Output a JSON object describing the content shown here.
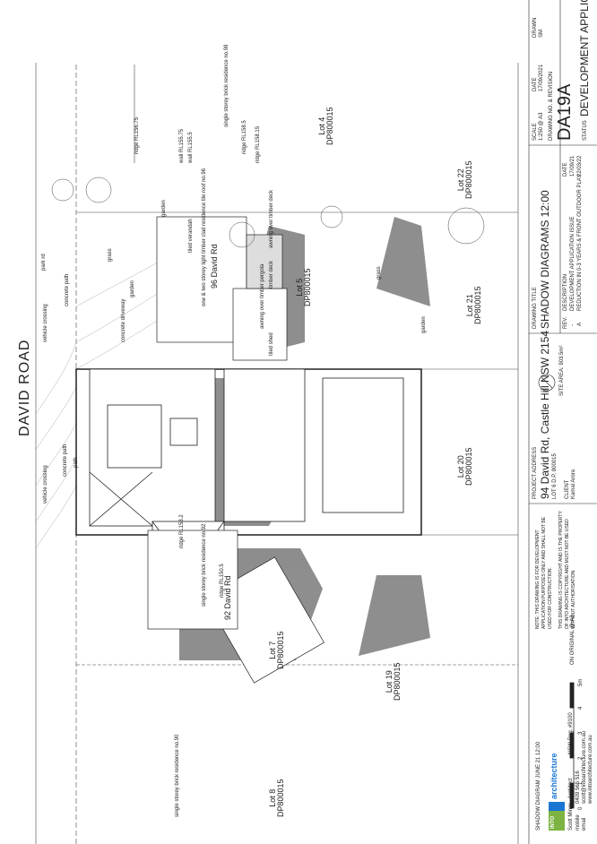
{
  "road": {
    "name": "DAVID ROAD",
    "vehicle_crossing_1": "vehicle crossing",
    "vehicle_crossing_2": "vehicle crossing",
    "concrete_path_1": "concrete path",
    "concrete_path_2": "concrete path",
    "path": "path",
    "park_rd": "park rd"
  },
  "lots": {
    "lot8": {
      "lot": "Lot 8",
      "dp": "DP800015"
    },
    "lot19": {
      "lot": "Lot 19",
      "dp": "DP800015"
    },
    "lot7": {
      "lot": "Lot 7",
      "dp": "DP800015"
    },
    "lot20": {
      "lot": "Lot 20",
      "dp": "DP800015"
    },
    "lot21": {
      "lot": "Lot 21",
      "dp": "DP800015"
    },
    "lot5": {
      "lot": "Lot 5",
      "dp": "DP800015"
    },
    "lot22": {
      "lot": "Lot 22",
      "dp": "DP800015"
    },
    "lot4": {
      "lot": "Lot 4",
      "dp": "DP800015"
    }
  },
  "neighbours": {
    "no90": "single storey brick residence no.90",
    "no92_label": "92 David Rd",
    "no92_desc": "single storey brick residence no.92",
    "no92_ridge": "ridge RL153.2",
    "no92_eave": "ridge RL150.5",
    "no96_label": "96 David Rd",
    "no96_desc": "one & two storey light timber clad residence tile roof no.96",
    "no98": "single storey brick residence no.98",
    "tiled_verandah": "tiled verandah",
    "awning_deck": "awning over timber deck",
    "timber_deck": "timber deck",
    "awning_pergola": "awning over timber pergola",
    "tiled_shed": "tiled shed",
    "ridge_1": "ridge RL156.75",
    "ridge_2": "ridge RL158.5",
    "ridge_3": "ridge RL158.15",
    "wall": "wall RL155.75",
    "wall_2": "wall RL155.5",
    "concrete_driveway": "concrete driveway",
    "garden_1": "garden",
    "garden_2": "garden",
    "garden_3": "garden",
    "grass_1": "grass",
    "grass_2": "grass"
  },
  "title_block": {
    "shadow_caption": "SHADOW DIAGRAM JUNE 21 12:00",
    "scale_note": "ON ORIGINAL @ A3",
    "scale_ticks": [
      "0",
      "1",
      "2",
      "3",
      "4",
      "5m"
    ],
    "brand_into": "INTO",
    "brand_architecture": "architecture",
    "architect": "Scott Miner - Architect",
    "nsw_reg": "NSW Reg. #9100",
    "mobile_label": "mobile",
    "mobile": "0409 565 516",
    "email_label": "email",
    "email": "scott@intoarchitecture.com.au",
    "web": "www.intoarchitecture.com.au",
    "note_1": "NOTE: THIS DRAWING IS FOR DEVELOPMENT",
    "note_2": "APPLICATION PURPOSES ONLY AND SHALL NOT BE",
    "note_3": "USED FOR CONSTRUCTION.",
    "note_4": "THIS DRAWING IS COPYRIGHT AND IS THE PROPERTY",
    "note_5": "OF INTO ARCHITECTURE AND MUST NOT BE USED",
    "note_6": "WITHOUT AUTHORISATION.",
    "project_address_label": "PROJECT ADDRESS",
    "project_address": "94 David Rd, Castle Hill NSW 2154",
    "lot_dp": "LOT 6 D.P. 800015",
    "site_area": "SITE AREA: 903.5m²",
    "client_label": "CLIENT",
    "client": "Kamal Arora",
    "drawing_title_label": "DRAWING TITLE",
    "drawing_title": "SHADOW DIAGRAMS 12:00",
    "rev_label": "REV.",
    "description_label": "DESCRIPTION",
    "date_label": "DATE",
    "rev_dash": "-",
    "rev_dash_desc": "DEVELOPMENT APPLICATION ISSUE",
    "rev_dash_date": "17/09/21",
    "rev_a": "A",
    "rev_a_desc": "REDUCTION IN 0-3 YEARS & FRONT OUTDOOR PLAY",
    "rev_a_date": "22/03/22",
    "scale_label": "SCALE",
    "scale": "1:250 @ A3",
    "date_label_2": "DATE",
    "date": "17/09/2021",
    "drawn_label": "DRAWN",
    "drawn": "SM",
    "drawing_no_label": "DRAWING NO. & REVISION",
    "drawing_no": "DA19A",
    "status_label": "STATUS",
    "status": "DEVELOPMENT APPLICATION"
  }
}
